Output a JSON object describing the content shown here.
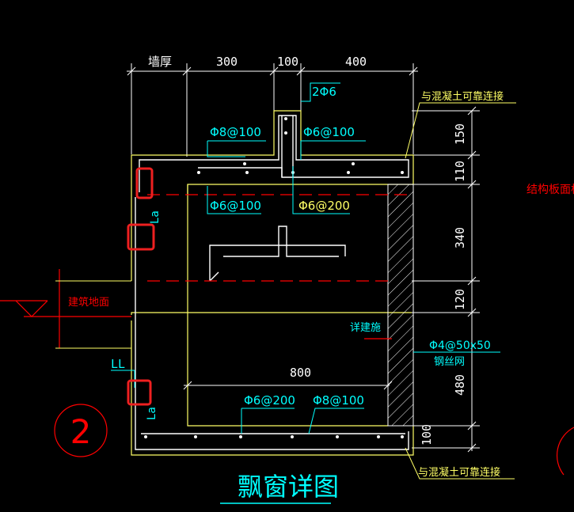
{
  "title": "飘窗详图",
  "detail_number": "2",
  "dimensions": {
    "top": [
      "墙厚",
      "300",
      "100",
      "400"
    ],
    "right": [
      "150",
      "110",
      "340",
      "120",
      "480",
      "100"
    ],
    "width_800": "800"
  },
  "rebar_labels": {
    "top_2phi6": "2Φ6",
    "phi8_100_top": "Φ8@100",
    "phi6_100_top": "Φ6@100",
    "phi6_100_mid": "Φ6@100",
    "phi6_200_mid": "Φ6@200",
    "phi6_200_bottom": "Φ6@200",
    "phi8_100_bottom": "Φ8@100"
  },
  "notes": {
    "reliable_connection_top": "与混凝土可靠连接",
    "reliable_connection_bottom": "与混凝土可靠连接",
    "structural_slab": "结构板面标",
    "building_floor": "建筑地面",
    "see_architecture": "详建施",
    "mesh_spec": "Φ4@50x50",
    "mesh_name": "钢丝网",
    "la_upper": "La",
    "la_lower": "La",
    "ll": "LL"
  },
  "colors": {
    "background": "#000000",
    "yellow": "#ffff66",
    "cyan": "#00ffff",
    "white": "#ffffff",
    "red": "#ff0000",
    "highlight": "#ee2020"
  }
}
